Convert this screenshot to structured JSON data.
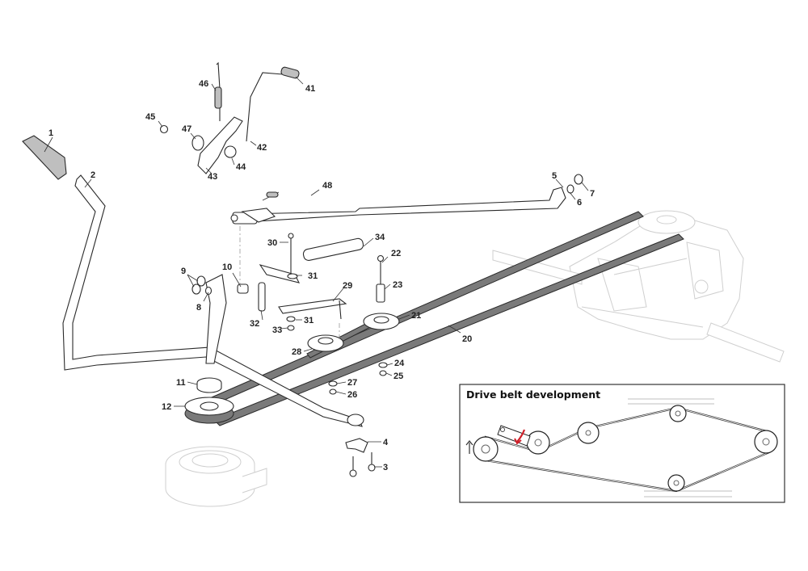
{
  "diagram": {
    "type": "exploded-parts-diagram",
    "subject": "Tractor drive belt and clutch pedal assembly",
    "part_labels": [
      "1",
      "2",
      "3",
      "4",
      "5",
      "6",
      "7",
      "8",
      "9",
      "10",
      "11",
      "12",
      "20",
      "21",
      "22",
      "23",
      "24",
      "25",
      "26",
      "27",
      "28",
      "29",
      "30",
      "31",
      "31",
      "32",
      "33",
      "34",
      "41",
      "42",
      "43",
      "44",
      "45",
      "46",
      "47",
      "48"
    ]
  },
  "labels": {
    "p1": "1",
    "p2": "2",
    "p3": "3",
    "p4": "4",
    "p5": "5",
    "p6": "6",
    "p7": "7",
    "p8": "8",
    "p9": "9",
    "p10": "10",
    "p11": "11",
    "p12": "12",
    "p20": "20",
    "p21": "21",
    "p22": "22",
    "p23": "23",
    "p24": "24",
    "p25": "25",
    "p26": "26",
    "p27": "27",
    "p28": "28",
    "p29": "29",
    "p30": "30",
    "p31a": "31",
    "p31b": "31",
    "p32": "32",
    "p33": "33",
    "p34": "34",
    "p41": "41",
    "p42": "42",
    "p43": "43",
    "p44": "44",
    "p45": "45",
    "p46": "46",
    "p47": "47",
    "p48": "48"
  },
  "inset": {
    "title": "Drive belt development",
    "accent_color": "#d0202a"
  }
}
